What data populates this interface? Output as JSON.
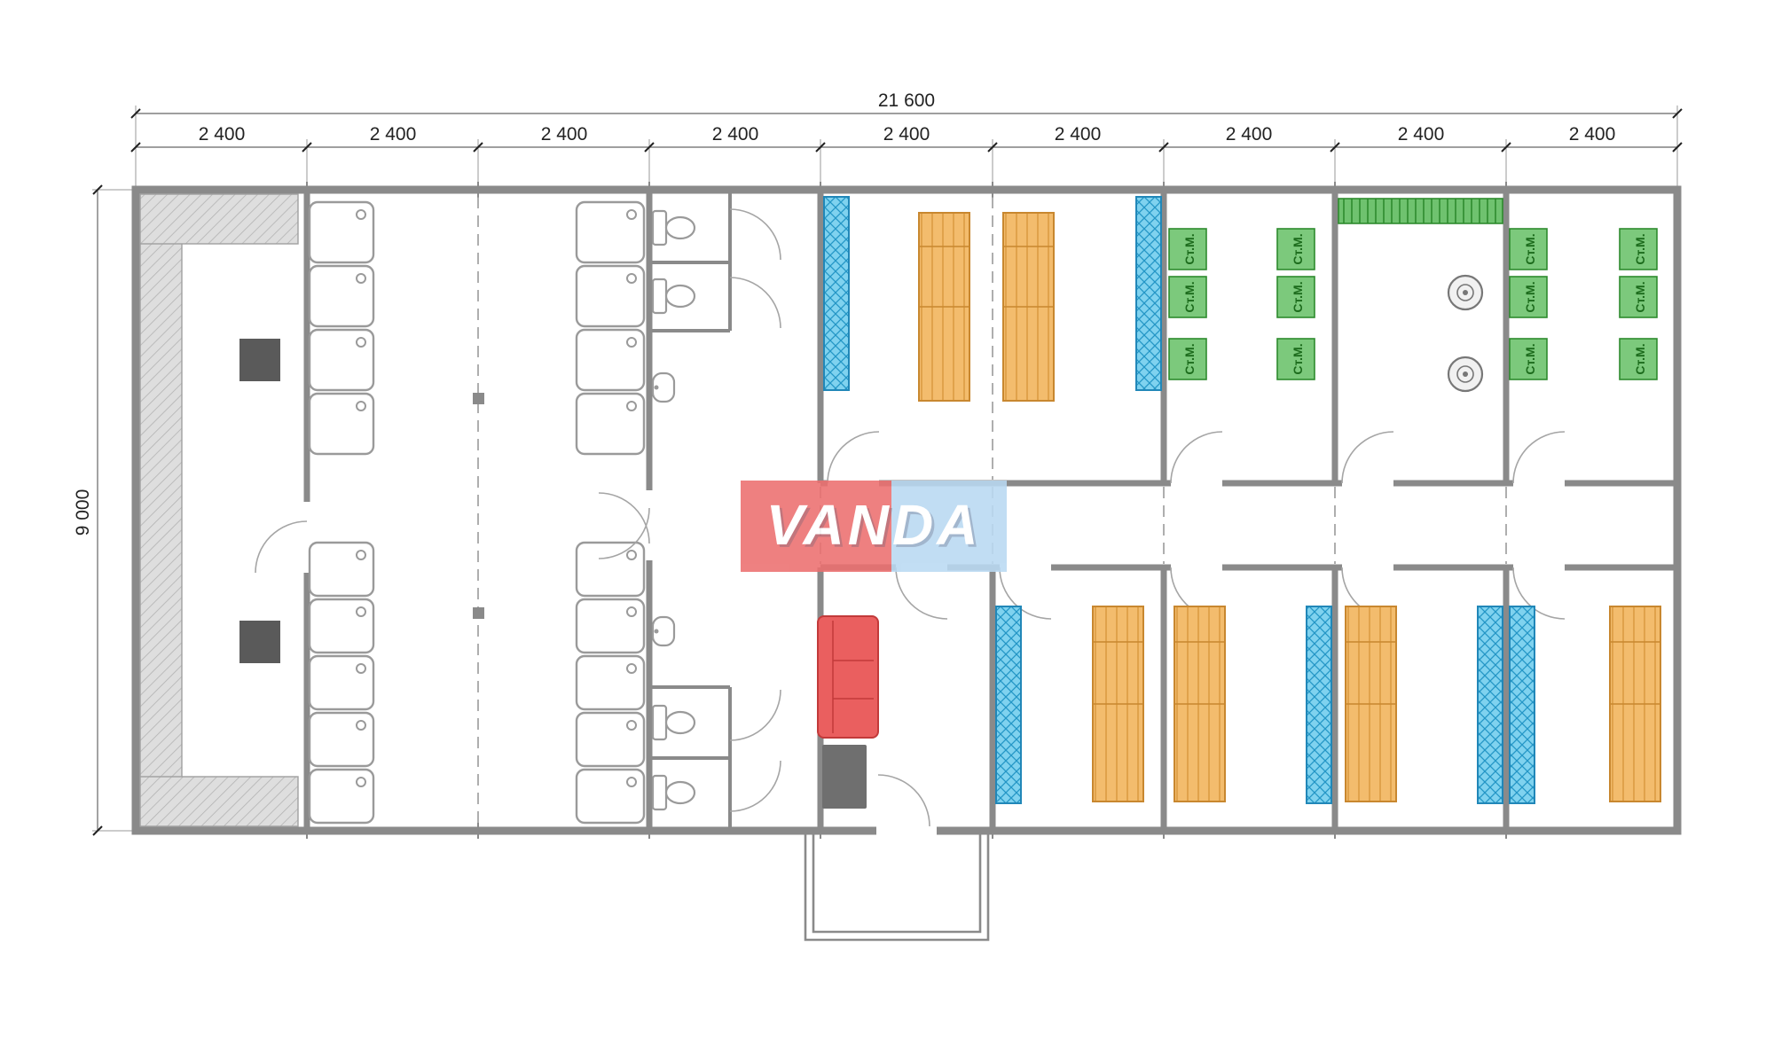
{
  "watermark": {
    "text": "VANDA"
  },
  "dimensions": {
    "total_width": "21 600",
    "total_height": "9 000",
    "segments": [
      "2 400",
      "2 400",
      "2 400",
      "2 400",
      "2 400",
      "2 400",
      "2 400",
      "2 400",
      "2 400"
    ]
  },
  "labels": {
    "washing_machine": "Ст.М."
  },
  "colors": {
    "wall": "#8a8a8a",
    "dim_color": "#222222",
    "hatch_bg": "#dedede",
    "hatch_line": "#b2b2b2",
    "bed_orange": "#f3bc6d",
    "bed_line": "#d9973c",
    "bunk_blue": "#7fd2ef",
    "bunk_line": "#2396c6",
    "machine_green": "#7cc97c",
    "rack_green": "#6fc26f",
    "sofa_red": "#ea5f5f",
    "table_gray": "#6f6f6f",
    "equipment_dark": "#5a5a5a",
    "logo_red": "#ec6f6f",
    "logo_blue": "#b9d9f2"
  },
  "inventory": {
    "shower_stalls": 18,
    "toilets": 4,
    "sinks": 2,
    "washing_machines_labeled": 12,
    "round_washers": 2,
    "single_beds": 6,
    "bunk_beds": 6,
    "sofas": 1,
    "dark_units": 3
  }
}
